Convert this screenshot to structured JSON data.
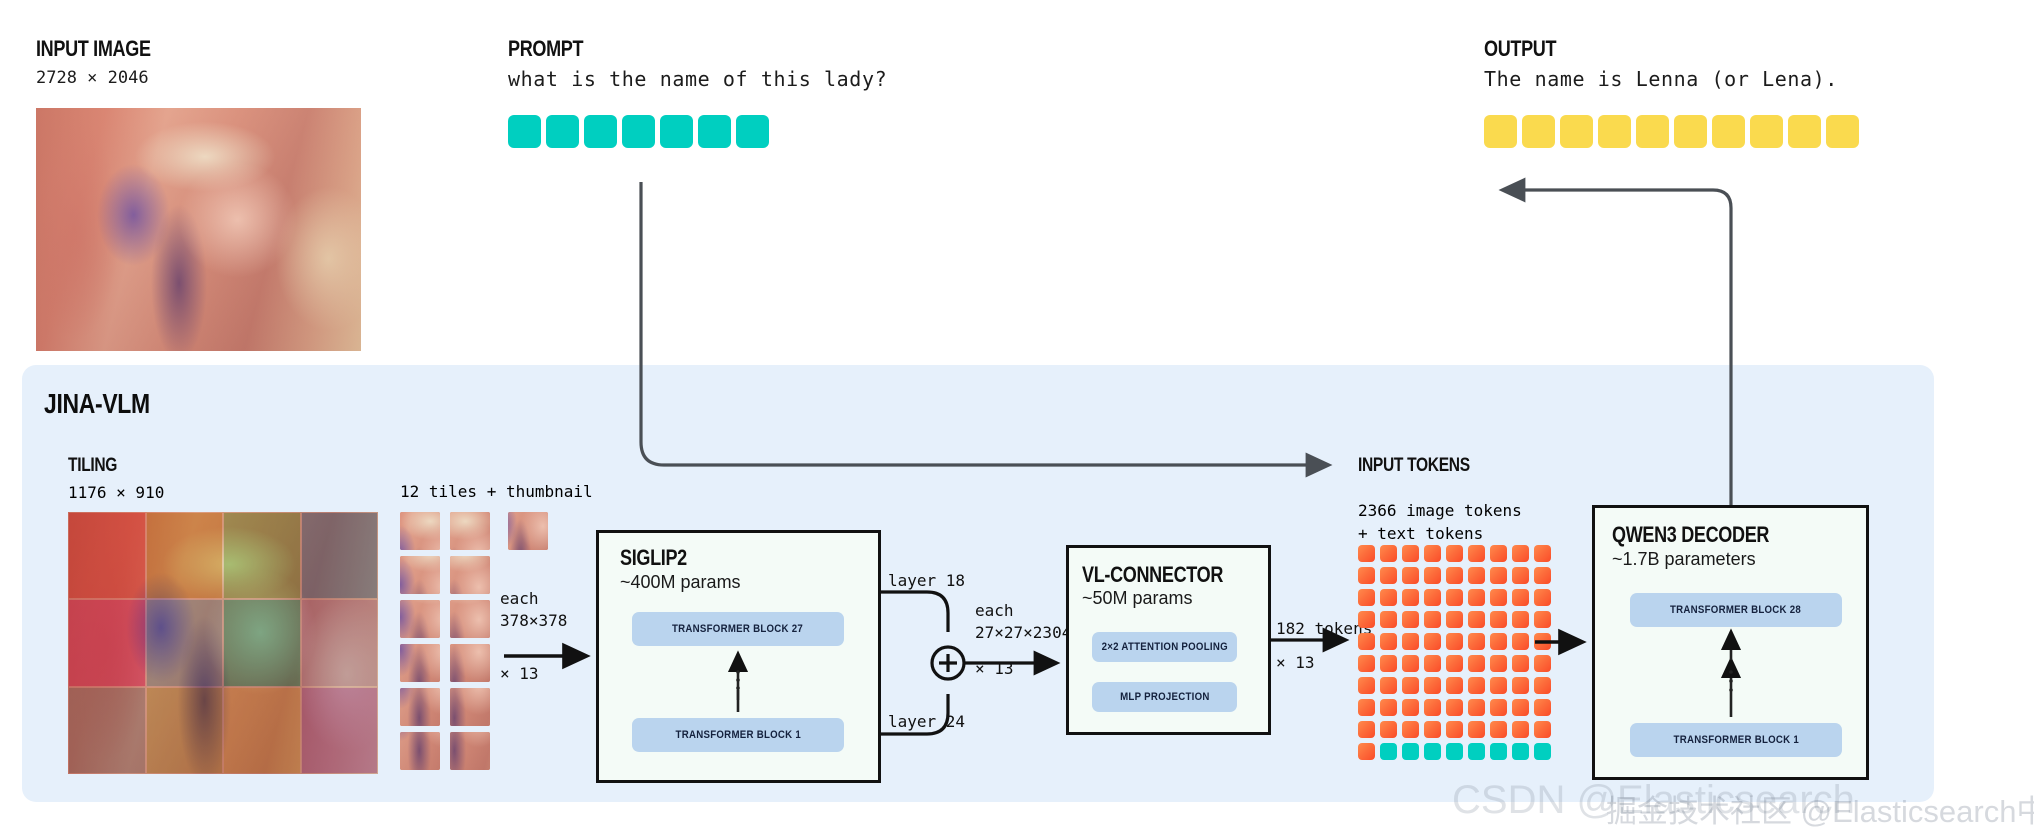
{
  "input_image": {
    "title": "INPUT IMAGE",
    "dimensions": "2728 × 2046",
    "photo_alt": "lenna-photo"
  },
  "prompt": {
    "title": "PROMPT",
    "text": "what is the name of this lady?",
    "token_count": 7,
    "token_color": "#00cfc0"
  },
  "output": {
    "title": "OUTPUT",
    "text": "The name is Lenna (or Lena).",
    "token_count": 10,
    "token_color": "#fada4e"
  },
  "panel": {
    "title": "JINA-VLM",
    "background": "#e6f0fb"
  },
  "tiling": {
    "title": "TILING",
    "dimensions": "1176 × 910",
    "tiles_label": "12 tiles + thumbnail",
    "tile_count": 12,
    "grid_cols": 4,
    "grid_rows": 3,
    "each_size": "each\n378×378",
    "each_size_line1": "each",
    "each_size_line2": "378×378",
    "multiplier": "× 13",
    "tile_colors": [
      "#f0453c",
      "#cfa41f",
      "#78c23f",
      "#4f8fd0",
      "#ef2d8a",
      "#7fb7c9",
      "#25c08a",
      "#b9a0da",
      "#9aa3ad",
      "#c0c455",
      "#e8dd63",
      "#b267e0"
    ]
  },
  "siglip": {
    "title": "SIGLIP2",
    "subtitle": "~400M params",
    "top_block": "TRANSFORMER BLOCK 27",
    "bottom_block": "TRANSFORMER BLOCK 1",
    "layer_top": "layer 18",
    "layer_bottom": "layer 24"
  },
  "merge": {
    "symbol": "+",
    "out_line1": "each",
    "out_line2": "27×27×2304",
    "multiplier": "× 13"
  },
  "vl_connector": {
    "title": "VL-CONNECTOR",
    "subtitle": "~50M params",
    "block1": "2×2 ATTENTION POOLING",
    "block2": "MLP PROJECTION",
    "out_tokens": "182 tokens",
    "multiplier": "× 13"
  },
  "input_tokens": {
    "title": "INPUT TOKENS",
    "line1": "2366 image tokens",
    "line2": "+ text tokens",
    "grid_cols": 9,
    "grid_rows": 10,
    "image_token_color": "#fa4b28",
    "text_token_color": "#00cfc0",
    "text_tokens_in_last_row": 8
  },
  "qwen": {
    "title": "QWEN3 DECODER",
    "subtitle": "~1.7B parameters",
    "top_block": "TRANSFORMER BLOCK 28",
    "bottom_block": "TRANSFORMER BLOCK 1"
  },
  "watermarks": {
    "csdn": "CSDN @Elasticsearch",
    "juejin": "掘金技术社区 @Elasticsearch中国社区官方博客"
  }
}
